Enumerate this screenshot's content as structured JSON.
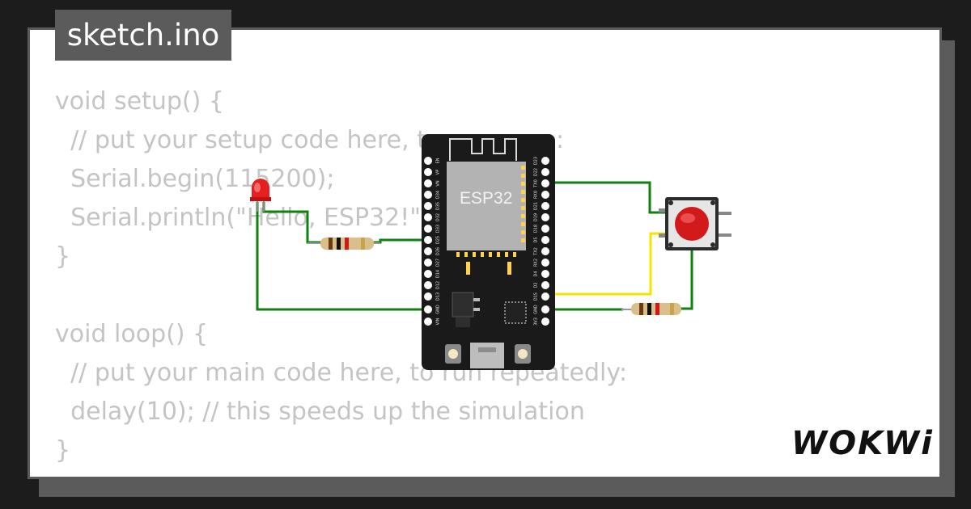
{
  "tab": {
    "label": "sketch.ino"
  },
  "code_lines": [
    "void setup() {",
    "  // put your setup code here, to run once:",
    "  Serial.begin(115200);",
    "  Serial.println(\"Hello, ESP32!\");",
    "}",
    "",
    "void loop() {",
    "  // put your main code here, to run repeatedly:",
    "  delay(10); // this speeds up the simulation",
    "}"
  ],
  "board": {
    "chip_label": "ESP32",
    "left_pins": [
      "EN",
      "VP",
      "VN",
      "D34",
      "D35",
      "D32",
      "D33",
      "D25",
      "D26",
      "D27",
      "D14",
      "D12",
      "D13",
      "GND",
      "VIN"
    ],
    "right_pins": [
      "D23",
      "D22",
      "TX0",
      "RX0",
      "D21",
      "D19",
      "D18",
      "D5",
      "TX2",
      "RX2",
      "D4",
      "D2",
      "D15",
      "GND",
      "3V3"
    ]
  },
  "logo": {
    "text": "WOKWi"
  },
  "colors": {
    "wire_green": "#108010",
    "wire_yellow": "#f5e400",
    "board": "#1a1a1a",
    "led_red": "#e52020",
    "button_cap": "#d31a1a"
  }
}
